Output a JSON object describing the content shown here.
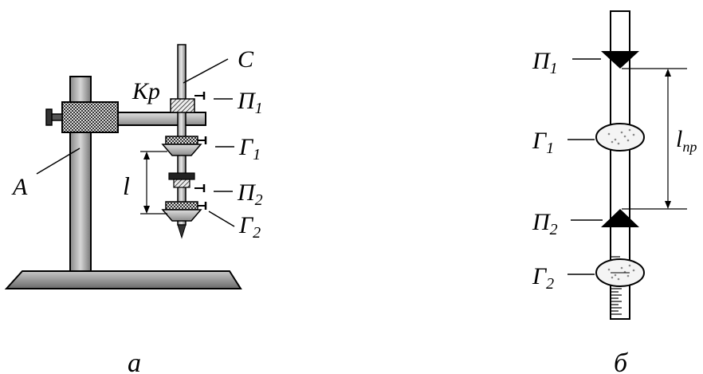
{
  "figure_a": {
    "caption": "а",
    "labels": {
      "C": "С",
      "Kp": "Кр",
      "P1": "П",
      "P1_sub": "1",
      "G1": "Г",
      "G1_sub": "1",
      "l": "l",
      "P2": "П",
      "P2_sub": "2",
      "G2": "Г",
      "G2_sub": "2",
      "A": "А"
    }
  },
  "figure_b": {
    "caption": "б",
    "labels": {
      "P1": "П",
      "P1_sub": "1",
      "G1": "Г",
      "G1_sub": "1",
      "l_pr": "l",
      "l_pr_sub": "пр",
      "P2": "П",
      "P2_sub": "2",
      "G2": "Г",
      "G2_sub": "2"
    }
  }
}
